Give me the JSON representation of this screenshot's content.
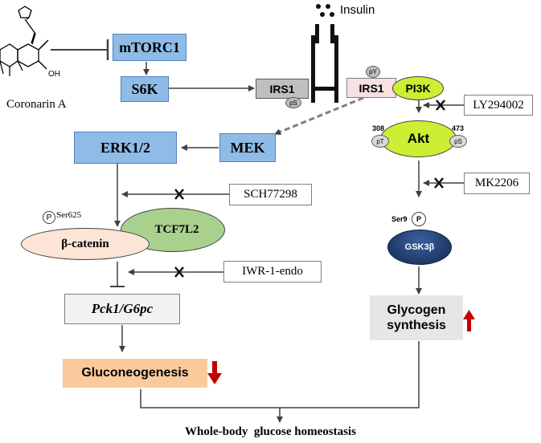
{
  "compound": {
    "name": "Coronarin A",
    "oh_label": "OH"
  },
  "insulin": "Insulin",
  "nodes": {
    "mtorc1": "mTORC1",
    "s6k": "S6K",
    "irs1_left": "IRS1",
    "irs1_right": "IRS1",
    "pi3k": "PI3K",
    "akt": "Akt",
    "mek": "MEK",
    "erk": "ERK1/2",
    "beta_catenin": "β-catenin",
    "tcf7l2": "TCF7L2",
    "gsk3b": "GSK3β",
    "pck": "Pck1/G6pc",
    "gluconeogenesis": "Gluconeogenesis",
    "glycogen_line1": "Glycogen",
    "glycogen_line2": "synthesis",
    "homeostasis": "Whole-body  glucose homeostasis"
  },
  "inhibitors": {
    "ly": "LY294002",
    "mk": "MK2206",
    "sch": "SCH77298",
    "iwr": "IWR-1-endo"
  },
  "phospho": {
    "ps": "pS",
    "py": "pY",
    "pt": "pT",
    "p": "P",
    "akt_left_site": "308",
    "akt_right_site": "473",
    "ser625": "Ser625",
    "ser9": "Ser9"
  },
  "colors": {
    "blue_box": "#8fbce6",
    "green": "#a9d18e",
    "yellow_green": "#ccee33",
    "orange": "#f9cb9c",
    "red_arrow": "#c00000",
    "navy": "#1f3a68"
  }
}
